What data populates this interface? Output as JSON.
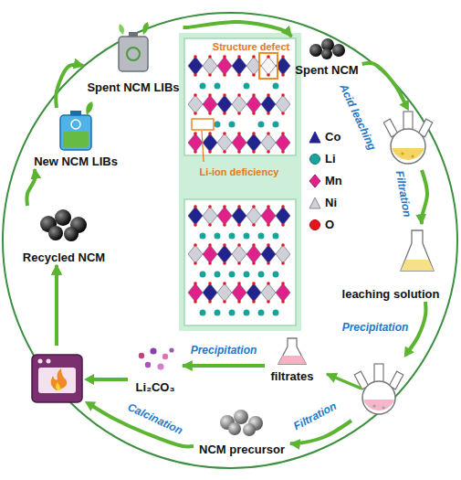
{
  "diagram": {
    "nodes": [
      {
        "text": [
          "New NCM LIBs"
        ]
      },
      {
        "text": [
          "Spent NCM LIBs"
        ]
      },
      {
        "text": [
          "Spent NCM"
        ]
      },
      {
        "text": [
          "leaching solution"
        ]
      },
      {
        "text": [
          "filtrates"
        ]
      },
      {
        "text": [
          "Li₂CO₃"
        ]
      },
      {
        "text": [
          "NCM precursor"
        ]
      },
      {
        "text": [
          "Recycled NCM"
        ]
      }
    ],
    "edges": [
      {
        "from": 0,
        "to": 1,
        "arrow": "to"
      },
      {
        "from": 1,
        "to": 2,
        "arrow": "to"
      },
      {
        "from": 2,
        "to": 3,
        "label": "Acid leaching",
        "arrow": "to"
      },
      {
        "from": 3,
        "to": 6,
        "label": "Precipitation",
        "arrow": "to"
      },
      {
        "from": 4,
        "to": 5,
        "label": "Precipitation",
        "arrow": "to"
      },
      {
        "from": 6,
        "to": 7,
        "label": "Calcination",
        "arrow": "to"
      },
      {
        "from": 5,
        "to": 7,
        "arrow": "to"
      },
      {
        "from": 7,
        "to": 0,
        "arrow": "to"
      }
    ],
    "labels": [
      "Filtration",
      "Filtration",
      "Structure defect",
      "Li-ion deficiency"
    ],
    "legend": [
      {
        "text": "Co"
      },
      {
        "text": "Li"
      },
      {
        "text": "Mn"
      },
      {
        "text": "Ni"
      },
      {
        "text": "O"
      }
    ]
  }
}
